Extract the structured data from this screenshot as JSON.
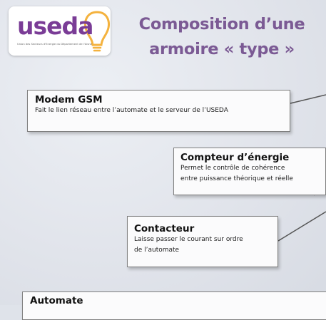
{
  "logo": {
    "name": "useda",
    "subtitle": "Union des Secteurs d'Energie du Département de l'Aisne"
  },
  "title": {
    "line1": "Composition d’une",
    "line2": "armoire « type »"
  },
  "callouts": [
    {
      "title": "Modem GSM",
      "lines": [
        "Fait le lien réseau entre l’automate et le serveur de l’USEDA"
      ]
    },
    {
      "title": "Compteur d’énergie",
      "lines": [
        "Permet le contrôle de cohérence",
        "entre puissance théorique et réelle"
      ]
    },
    {
      "title": "Contacteur",
      "lines": [
        "Laisse passer le courant sur ordre",
        "de l’automate"
      ]
    },
    {
      "title": "Automate",
      "lines": []
    }
  ],
  "colors": {
    "accent": "#7b5a94",
    "logo_purple": "#7a3c96",
    "bulb_orange": "#f4b23e",
    "box_border": "#7f7f7f",
    "background": "#dfe3ea"
  }
}
